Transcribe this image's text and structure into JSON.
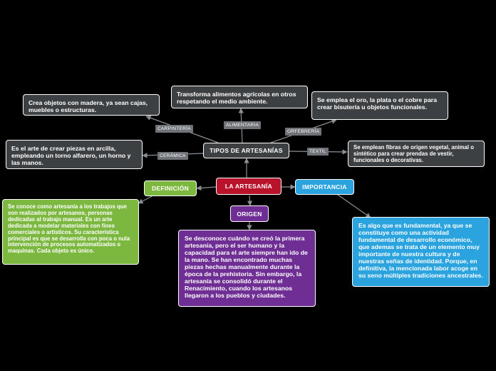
{
  "center": {
    "label": "LA ARTESANÍA"
  },
  "tipos": {
    "label": "TIPOS DE ARTESANÍAS",
    "branches": [
      {
        "key": "carpinteria",
        "label": "CARPINTERÍA",
        "text": "Crea objetos con madera, ya sean cajas, muebles o estructuras."
      },
      {
        "key": "alimentaria",
        "label": "ALIMENTARIA",
        "text": "Transforma alimentos agrícolas en otros respetando el medio ambiente."
      },
      {
        "key": "orfebreria",
        "label": "ORFEBRERÍA",
        "text": "Se emplea el oro, la plata o el cobre para crear bisutería u objetos funcionales."
      },
      {
        "key": "ceramica",
        "label": "CERÁMICA",
        "text": "Es el arte de crear piezas en arcilla, empleando un torno alfarero, un horno y las manos."
      },
      {
        "key": "textil",
        "label": "TEXTIL",
        "text": "Se emplean fibras de origen vegetal, animal o sintético para crear prendas de vestir, funcionales o decorativas."
      }
    ]
  },
  "definicion": {
    "label": "DEFINICIÓN",
    "text": "Se conoce como artesanía a los trabajos que son realizados por artesanos, personas dedicadas al trabajo manual. Es un arte dedicada a modelar materiales con fines comerciales o artísticos. Su característica principal es que se desarrolla con poca o nula intervención de procesos automatizados o maquinas. Cada objeto es único."
  },
  "origen": {
    "label": "ORIGEN",
    "text": "Se desconoce cuándo se creó la primera artesanía, pero el ser humano y la capacidad para el arte siempre han ido de la mano. Se han encontrado muchas piezas hechas manualmente durante la época de la prehistoria. Sin embargo, la artesanía se consolidó durante el Renacimiento, cuando los artesanos llegaron a los pueblos y ciudades."
  },
  "importancia": {
    "label": "IMPORTANCIA",
    "text": "Es algo que es fundamental, ya que se constituye como una actividad fundamental de desarrollo económico, que ademas se trata de un elemento muy importante de nuestra cultura y de nuestras señas de identidad. Porque, en definitiva, la mencionada labor acoge en su seno múltiples tradiciones ancestrales."
  },
  "colors": {
    "background": "#000000",
    "dark_node": "#3d4043",
    "center": "#b8132a",
    "definicion": "#7cb83f",
    "origen": "#6e2e93",
    "importancia": "#2aa3df",
    "connector": "#8a8f94"
  }
}
